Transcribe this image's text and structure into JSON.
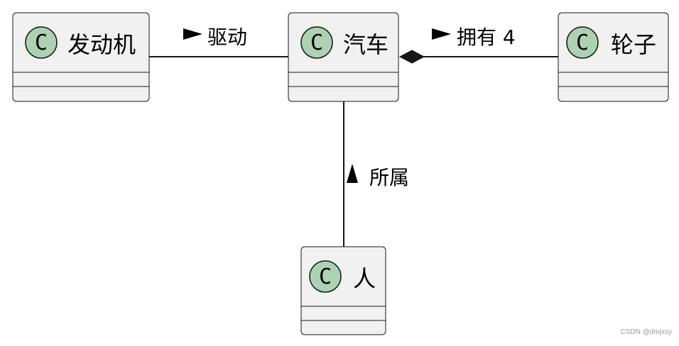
{
  "diagram": {
    "classes": {
      "engine": {
        "spot": "C",
        "name": "发动机"
      },
      "car": {
        "spot": "C",
        "name": "汽车"
      },
      "wheel": {
        "spot": "C",
        "name": "轮子"
      },
      "person": {
        "spot": "C",
        "name": "人"
      }
    },
    "relations": {
      "engine_car": {
        "label": "驱动",
        "arrow": "right-triangle-icon"
      },
      "car_wheel": {
        "label": "拥有 4",
        "arrow": "right-triangle-icon",
        "end": "composition-diamond-icon"
      },
      "person_car": {
        "label": "所属",
        "arrow": "up-triangle-icon"
      }
    },
    "colors": {
      "box_fill": "#f1f1f1",
      "border": "#181818",
      "spot_fill": "#add1b2"
    }
  },
  "watermark": "CSDN @dmjxsy"
}
